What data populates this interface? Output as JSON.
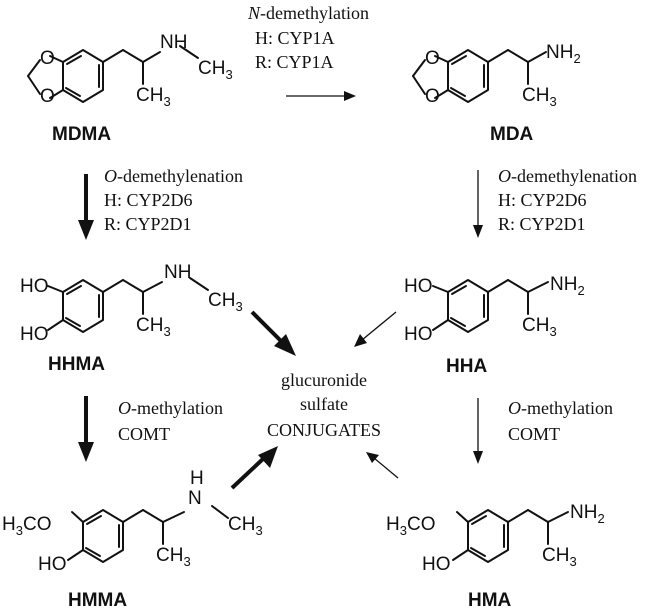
{
  "compounds": {
    "mdma": "MDMA",
    "mda": "MDA",
    "hhma": "HHMA",
    "hha": "HHA",
    "hmma": "HMMA",
    "hma": "HMA"
  },
  "atoms": {
    "nh": "NH",
    "ch": "CH",
    "three": "3",
    "nh2_base": "NH",
    "two": "2",
    "n": "N",
    "ho": "HO",
    "h3co_h": "H",
    "h3co_3": "3",
    "h3co_co": "CO"
  },
  "reactions": {
    "n_demethylation": {
      "italic": "N",
      "rest": "-demethylation",
      "human": "H:  CYP1A",
      "rat": "R:  CYP1A"
    },
    "o_demethylenation_left": {
      "italic": "O",
      "rest": "-demethylenation",
      "human": "H:  CYP2D6",
      "rat": "R:  CYP2D1"
    },
    "o_demethylenation_right": {
      "italic": "O",
      "rest": "-demethylenation",
      "human": "H:  CYP2D6",
      "rat": "R:  CYP2D1"
    },
    "o_methylation_left": {
      "italic": "O",
      "rest": "-methylation",
      "enzyme": "COMT"
    },
    "o_methylation_right": {
      "italic": "O",
      "rest": "-methylation",
      "enzyme": "COMT"
    }
  },
  "conjugates": {
    "line1": "glucuronide",
    "line2": "sulfate",
    "line3": "CONJUGATES"
  }
}
